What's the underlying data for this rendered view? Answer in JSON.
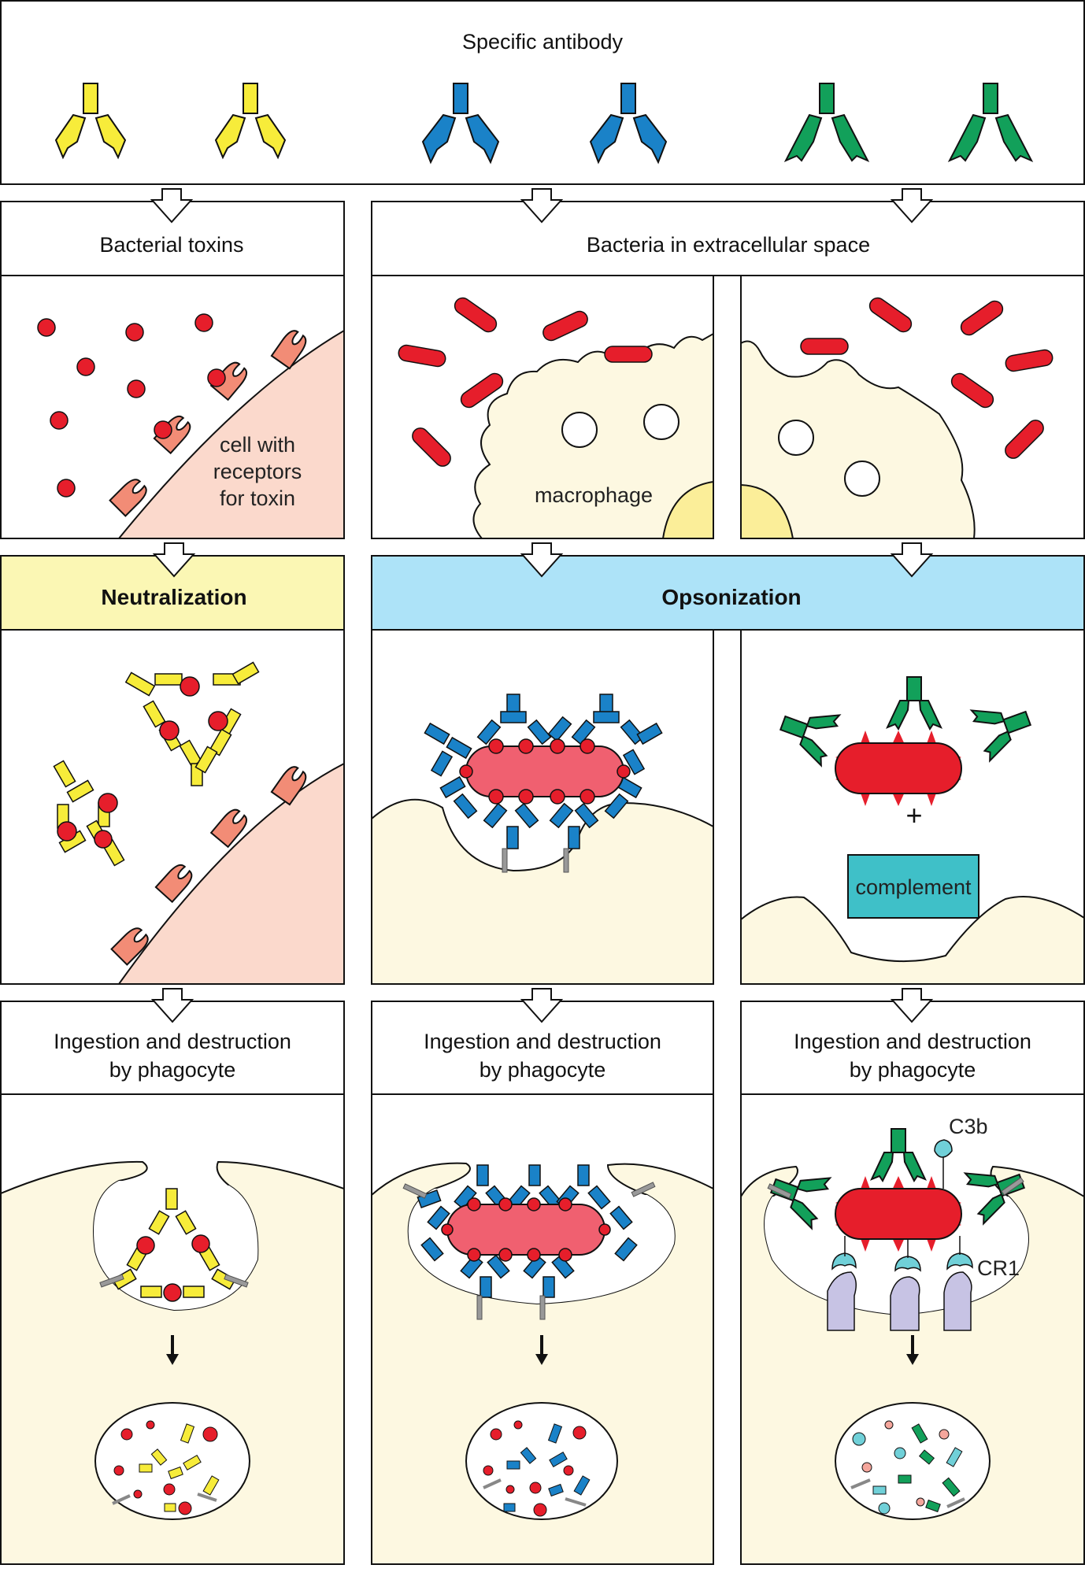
{
  "top": {
    "title": "Specific antibody"
  },
  "headers": {
    "toxins": "Bacterial toxins",
    "bacteria": "Bacteria in extracellular space"
  },
  "labels": {
    "cell_line1": "cell with",
    "cell_line2": "receptors",
    "cell_line3": "for toxin",
    "macrophage": "macrophage",
    "plus": "+",
    "complement": "complement",
    "c3b": "C3b",
    "cr1": "CR1"
  },
  "mechanisms": {
    "neutralization": "Neutralization",
    "opsonization": "Opsonization"
  },
  "ingestion": {
    "line1": "Ingestion and destruction",
    "line2": "by phagocyte"
  },
  "colors": {
    "antibody_yellow": "#f7ec3a",
    "antibody_blue": "#1a82c8",
    "antibody_green": "#12a05a",
    "toxin_red": "#e61e2b",
    "bacterium_pink": "#f06070",
    "cell_pink": "#fbd9cc",
    "receptor_salmon": "#f28c76",
    "macrophage_cream": "#fdf8e1",
    "nucleus_yellow": "#fbee99",
    "neutralization_band": "#fbf7b4",
    "opsonization_band": "#ade3f8",
    "complement_teal": "#3fc0c8",
    "cr1_lavender": "#c7c3e4",
    "c3b_cyan": "#70d0d8",
    "membrane_gray": "#888888"
  }
}
